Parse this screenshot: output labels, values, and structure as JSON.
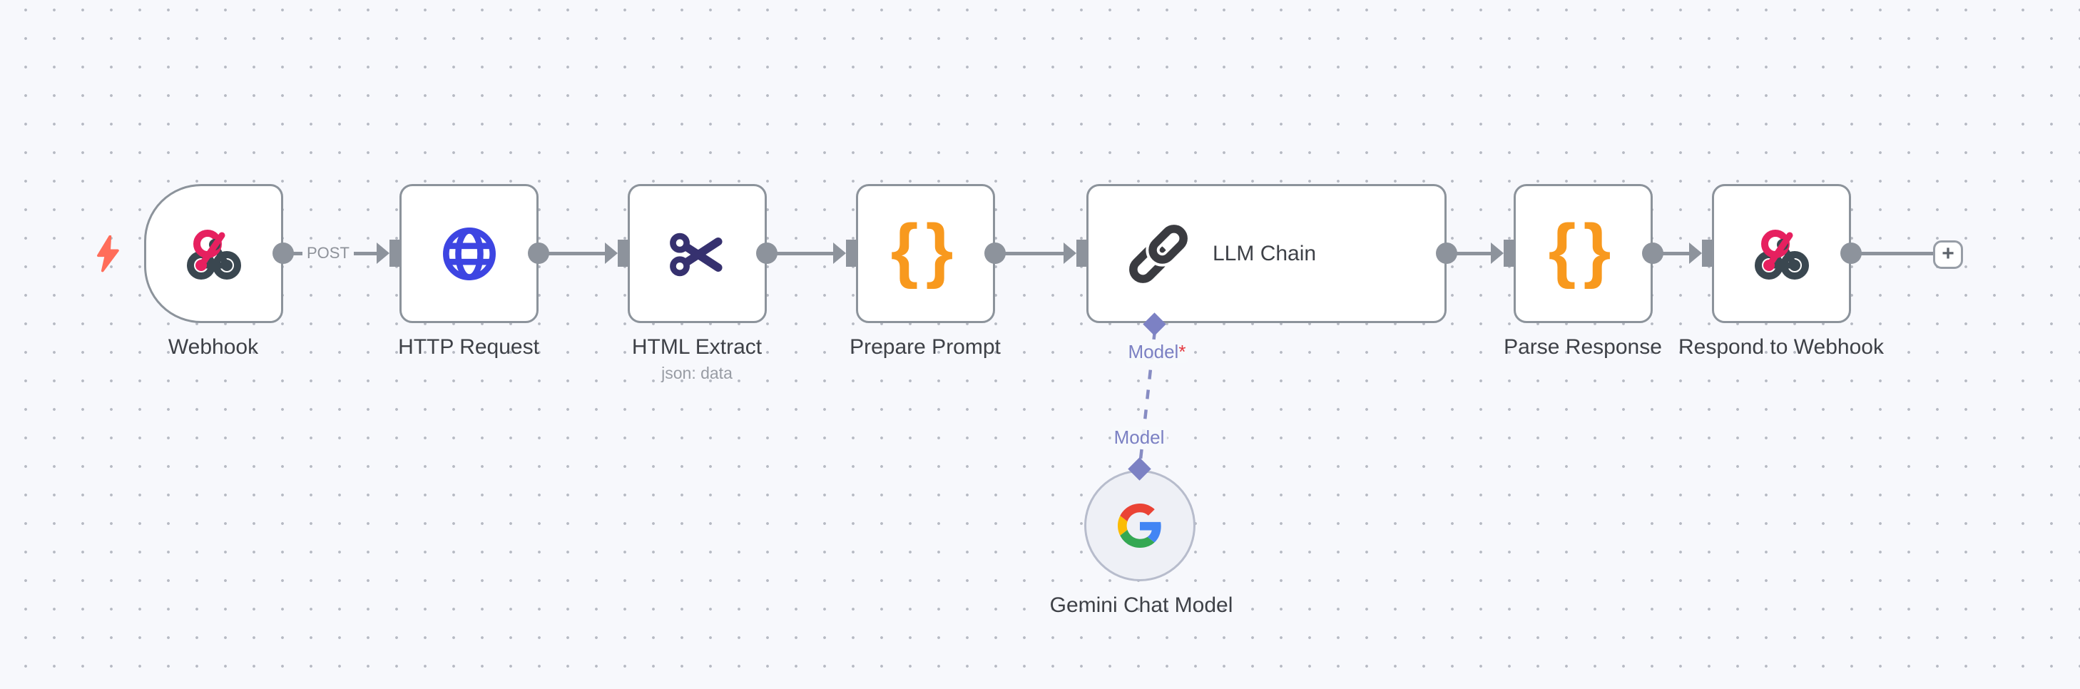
{
  "workflow": {
    "nodes": [
      {
        "id": "webhook",
        "label": "Webhook",
        "icon": "webhook-icon",
        "shape": "trigger"
      },
      {
        "id": "http_request",
        "label": "HTTP Request",
        "icon": "globe-icon"
      },
      {
        "id": "html_extract",
        "label": "HTML Extract",
        "subtitle": "json: data",
        "icon": "scissors-icon"
      },
      {
        "id": "prepare_prompt",
        "label": "Prepare Prompt",
        "icon": "braces-icon"
      },
      {
        "id": "llm_chain",
        "label": "LLM Chain",
        "icon": "chain-icon",
        "title_inside": true
      },
      {
        "id": "parse_response",
        "label": "Parse Response",
        "icon": "braces-icon"
      },
      {
        "id": "respond_to_webhook",
        "label": "Respond to Webhook",
        "icon": "webhook-icon"
      },
      {
        "id": "gemini_chat_model",
        "label": "Gemini Chat Model",
        "icon": "google-g-icon",
        "shape": "circle"
      }
    ],
    "connection_labels": {
      "webhook_method": "POST"
    },
    "ports": {
      "llm_model_label": "Model",
      "llm_model_required_mark": "*",
      "gemini_model_label": "Model"
    },
    "add_node_button": {
      "glyph": "+"
    }
  },
  "icons": {
    "brace_open": "{",
    "brace_close": "}"
  },
  "colors": {
    "canvas_bg": "#f7f8fc",
    "grid_dot": "#b6bac3",
    "node_border": "#8c939b",
    "connector_gray": "#8d939c",
    "label_text": "#3e4147",
    "sub_text": "#989ca4",
    "port_purple": "#7c81c4",
    "required_red": "#e5383f",
    "bolt_coral": "#ff6d5a",
    "webhook_pink": "#e6205f",
    "webhook_dark": "#3a4750",
    "globe_blue": "#3d45e2",
    "scissors_indigo": "#36316f",
    "braces_orange": "#f8991e",
    "chain_dark": "#3a3b40",
    "google_blue": "#4285F4",
    "google_red": "#EA4335",
    "google_yellow": "#FBBC05",
    "google_green": "#34A853"
  }
}
